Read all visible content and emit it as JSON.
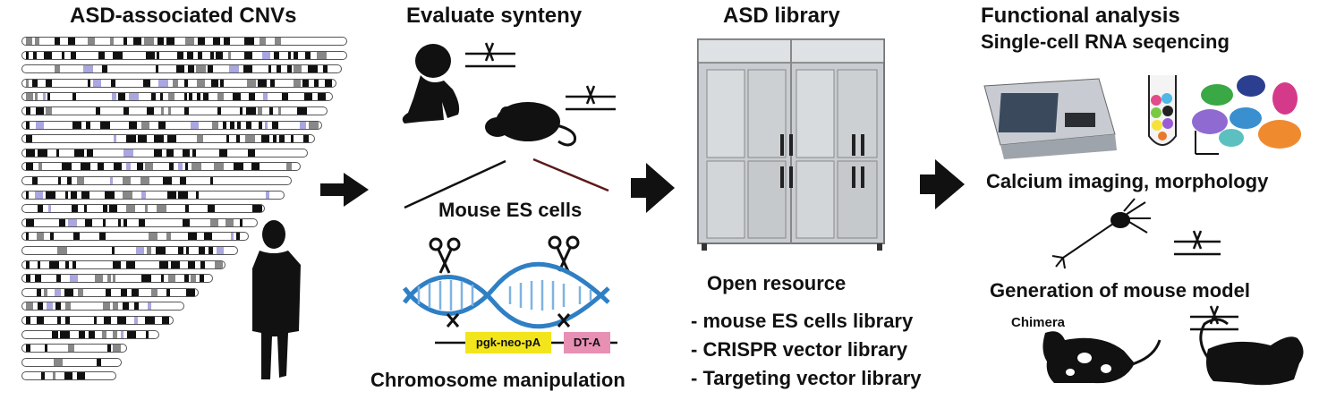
{
  "panels": {
    "cnv": {
      "title": "ASD-associated CNVs"
    },
    "synteny": {
      "title": "Evaluate synteny",
      "es_cells_label": "Mouse ES cells",
      "manipulation_label": "Chromosome manipulation",
      "cassette_left": "pgk-neo-pA",
      "cassette_right": "DT-A",
      "cassette_left_color": "#f2e51c",
      "cassette_right_color": "#e88fb4"
    },
    "library": {
      "title": "ASD library",
      "resource_title": "Open resource",
      "resources": [
        "- mouse ES cells library",
        "- CRISPR vector library",
        "- Targeting vector library"
      ]
    },
    "functional": {
      "title": "Functional analysis",
      "subtitle": "Single-cell RNA seqencing",
      "calcium": "Calcium imaging, morphology",
      "generation": "Generation of mouse model",
      "chimera": "Chimera"
    }
  },
  "colors": {
    "ink": "#111111",
    "dna_blue": "#2f7fc4",
    "highlight": "#a9a6e0"
  },
  "icons": [
    "person-icon",
    "baby-icon",
    "mouse-icon",
    "scissors-icon",
    "dna-helix-icon",
    "freezer-icon",
    "sequencer-icon",
    "tube-icon",
    "tsne-plot-icon",
    "neuron-icon",
    "chimera-mouse-icon"
  ]
}
